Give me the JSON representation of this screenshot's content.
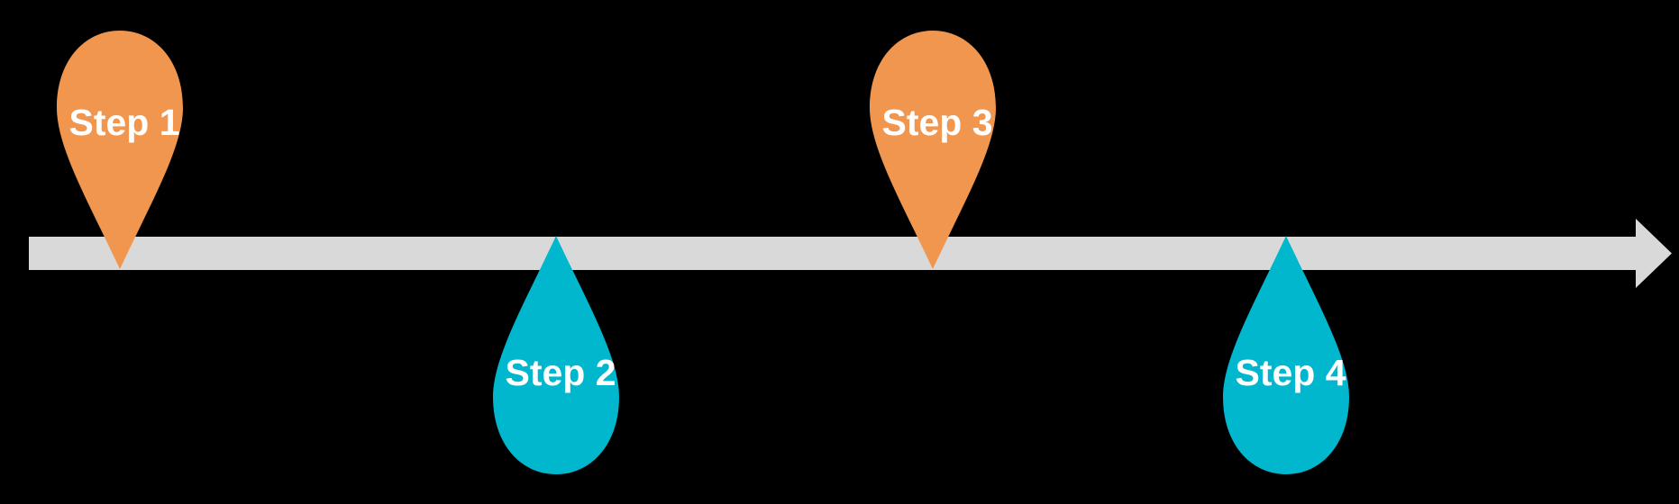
{
  "canvas": {
    "background": "#000000"
  },
  "timeline": {
    "color": "#D9D9D9",
    "direction": "right"
  },
  "label_color": "#FFFFFF",
  "steps": [
    {
      "label": "Step 1",
      "color": "#F0964F",
      "shape": "pin-down",
      "side": "above"
    },
    {
      "label": "Step 2",
      "color": "#00B7CE",
      "shape": "drop-up",
      "side": "below"
    },
    {
      "label": "Step 3",
      "color": "#F0964F",
      "shape": "pin-down",
      "side": "above"
    },
    {
      "label": "Step 4",
      "color": "#00B7CE",
      "shape": "drop-up",
      "side": "below"
    }
  ]
}
